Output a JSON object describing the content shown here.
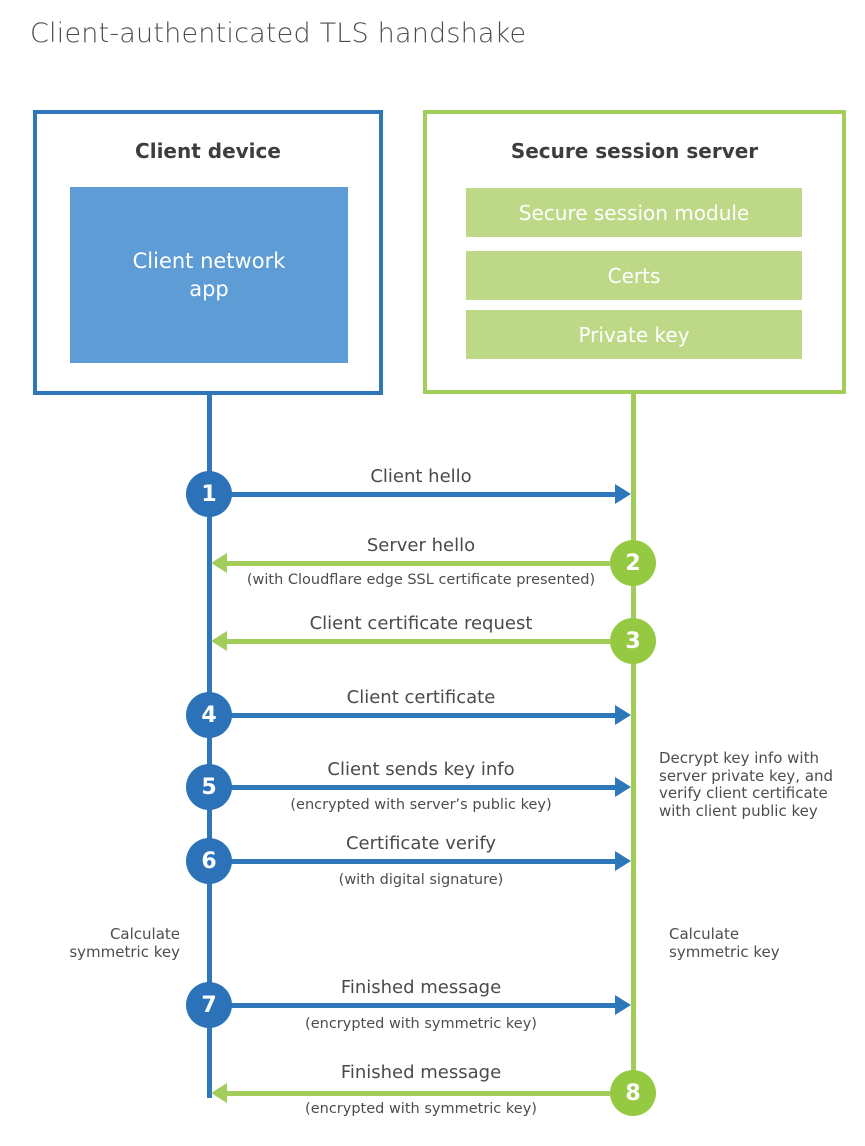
{
  "title": "Client-authenticated TLS handshake",
  "colors": {
    "client_blue": "#2e77bb",
    "client_circle_blue": "#2b72b8",
    "client_app_fill": "#5d9cd4",
    "server_green": "#a3cd5a",
    "server_circle_green": "#95c941",
    "server_bar_fill": "#bdd987",
    "text_dark": "#3d3d3d",
    "text_gray": "#4a4a4a",
    "background": "#ffffff"
  },
  "client_box": {
    "title": "Client device",
    "app_label": "Client network\napp"
  },
  "server_box": {
    "title": "Secure session server",
    "modules": [
      {
        "label": "Secure session module"
      },
      {
        "label": "Certs"
      },
      {
        "label": "Private key"
      }
    ]
  },
  "steps": [
    {
      "n": "1",
      "direction": "client-to-server",
      "label": "Client hello",
      "sub": ""
    },
    {
      "n": "2",
      "direction": "server-to-client",
      "label": "Server hello",
      "sub": "(with Cloudflare edge SSL certificate presented)"
    },
    {
      "n": "3",
      "direction": "server-to-client",
      "label": "Client certificate request",
      "sub": ""
    },
    {
      "n": "4",
      "direction": "client-to-server",
      "label": "Client certificate",
      "sub": ""
    },
    {
      "n": "5",
      "direction": "client-to-server",
      "label": "Client sends key info",
      "sub": "(encrypted with server’s public key)"
    },
    {
      "n": "6",
      "direction": "client-to-server",
      "label": "Certificate verify",
      "sub": "(with digital signature)"
    },
    {
      "n": "7",
      "direction": "client-to-server",
      "label": "Finished message",
      "sub": "(encrypted with symmetric key)"
    },
    {
      "n": "8",
      "direction": "server-to-client",
      "label": "Finished message",
      "sub": "(encrypted with symmetric key)"
    }
  ],
  "annotations": {
    "decrypt": "Decrypt key info with\nserver private key, and\nverify client certificate\nwith client public key",
    "calc_left": "Calculate\nsymmetric key",
    "calc_right": "Calculate\nsymmetric key"
  }
}
